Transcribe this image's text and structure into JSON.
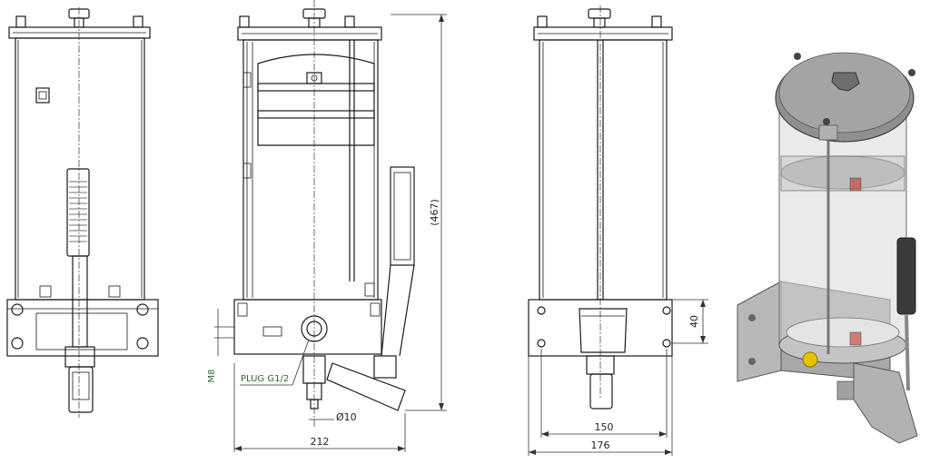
{
  "dimensions": {
    "height": "(467)",
    "width_side": "212",
    "bolt_spacing": "150",
    "base_width": "176",
    "base_height": "40",
    "outlet_diameter": "Ø10"
  },
  "labels": {
    "plug": "PLUG G1/2",
    "thread": "M8"
  },
  "colors": {
    "line": "#1a1a1a",
    "label_green": "#2b6b2b",
    "render_metal": "#9a9a9a",
    "render_lid": "#8f8f8f",
    "render_accent": "#e6c200"
  }
}
